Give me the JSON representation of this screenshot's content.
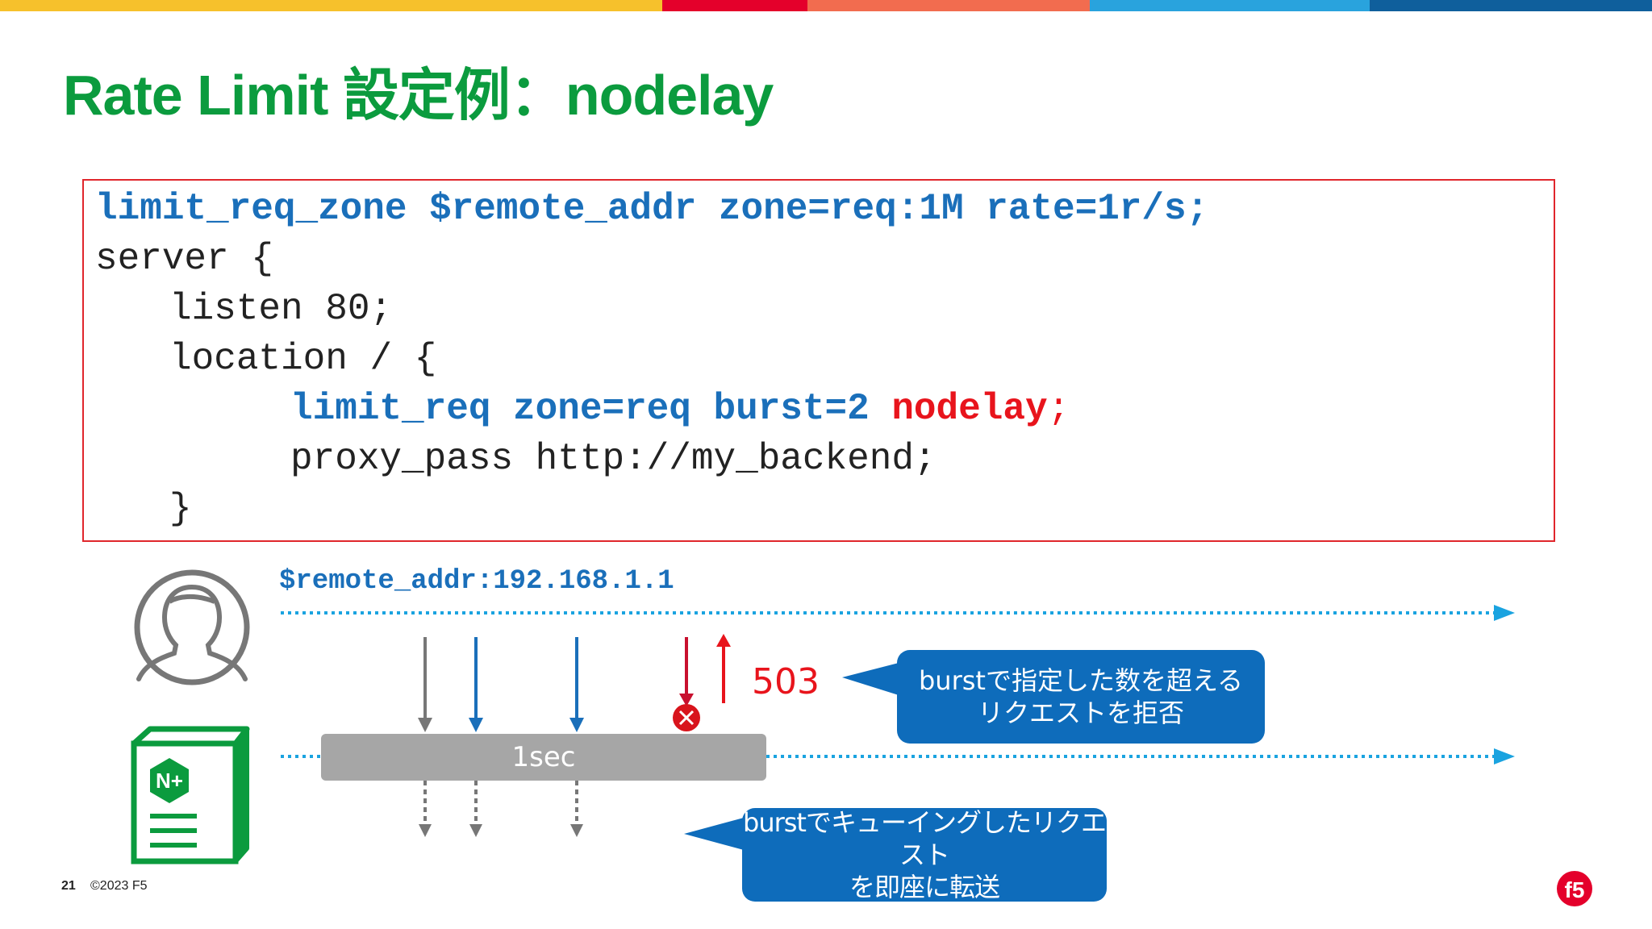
{
  "header": {
    "stripe_colors": [
      "#f6c12c",
      "#e4002b",
      "#f26c4f",
      "#29a3dd",
      "#0f5f9c"
    ],
    "title": "Rate Limit 設定例：nodelay"
  },
  "code": {
    "line1": "limit_req_zone $remote_addr zone=req:1M rate=1r/s;",
    "line2": "server {",
    "line3": "listen 80;",
    "line4": "location / {",
    "line5_kw": "limit_req zone=req burst=2 ",
    "line5_red": "nodelay",
    "line5_end": ";",
    "line6": "proxy_pass http://my_backend;",
    "line7": "}"
  },
  "diagram": {
    "remote_addr": "$remote_addr:192.168.1.1",
    "time_window": "1sec",
    "status_code": "503",
    "callout_reject": [
      "burstで指定した数を超える",
      "リクエストを拒否"
    ],
    "callout_forward": [
      "burstでキューイングしたリクエスト",
      "を即座に転送"
    ],
    "client_icon": "user-avatar-icon",
    "server_icon": "nginx-plus-server-icon",
    "colors": {
      "accent_blue": "#1a6fba",
      "dotted_line": "#1aa3e0",
      "reject_red": "#c8102e",
      "gray": "#777777"
    }
  },
  "footer": {
    "page_number": "21",
    "copyright": "©2023 F5",
    "logo": "f5-logo"
  }
}
